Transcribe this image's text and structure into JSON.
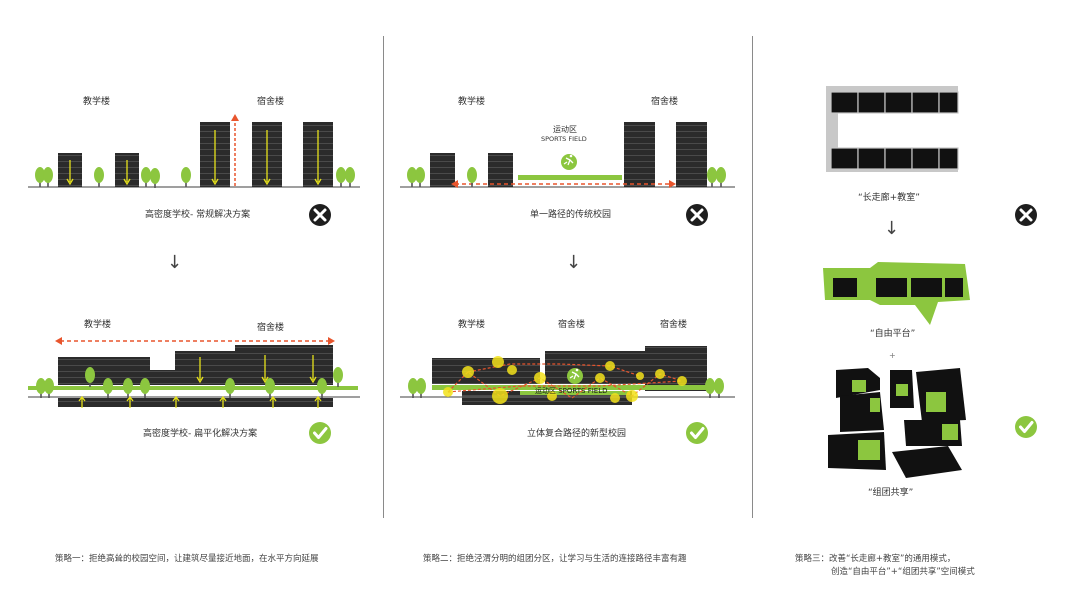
{
  "colors": {
    "green": "#8cc63f",
    "dark": "#2b2b2b",
    "red": "#e8552d",
    "yellow": "#f3e21b",
    "gray": "#c8c8c8"
  },
  "panel1": {
    "top_label_left": "教学楼",
    "top_label_right": "宿舍楼",
    "top_caption": "高密度学校- 常规解决方案",
    "bottom_label_left": "教学楼",
    "bottom_label_right": "宿舍楼",
    "bottom_caption": "高密度学校- 扁平化解决方案",
    "strategy": "策略一：拒绝高耸的校园空间，让建筑尽量接近地面，在水平方向延展"
  },
  "panel2": {
    "top_label_left": "教学楼",
    "top_label_right": "宿舍楼",
    "sports_cn": "运动区",
    "sports_en": "SPORTS FIELD",
    "top_caption": "单一路径的传统校园",
    "bottom_label_left": "教学楼",
    "bottom_label_mid": "宿舍楼",
    "bottom_label_right": "宿舍楼",
    "bottom_sports": "运动区 SPORTS FIELD",
    "bottom_caption": "立体复合路径的新型校园",
    "strategy": "策略二：拒绝泾渭分明的组团分区，让学习与生活的连接路径丰富有趣"
  },
  "panel3": {
    "caption1": "“长走廊+教室”",
    "caption2": "“自由平台”",
    "caption3": "“组团共享”",
    "strategy_line1": "策略三：改善“长走廊+教室”的通用模式，",
    "strategy_line2": "创造“自由平台”+“组团共享”空间模式"
  },
  "symbols": {
    "arrow": "↓",
    "plus": "+"
  }
}
